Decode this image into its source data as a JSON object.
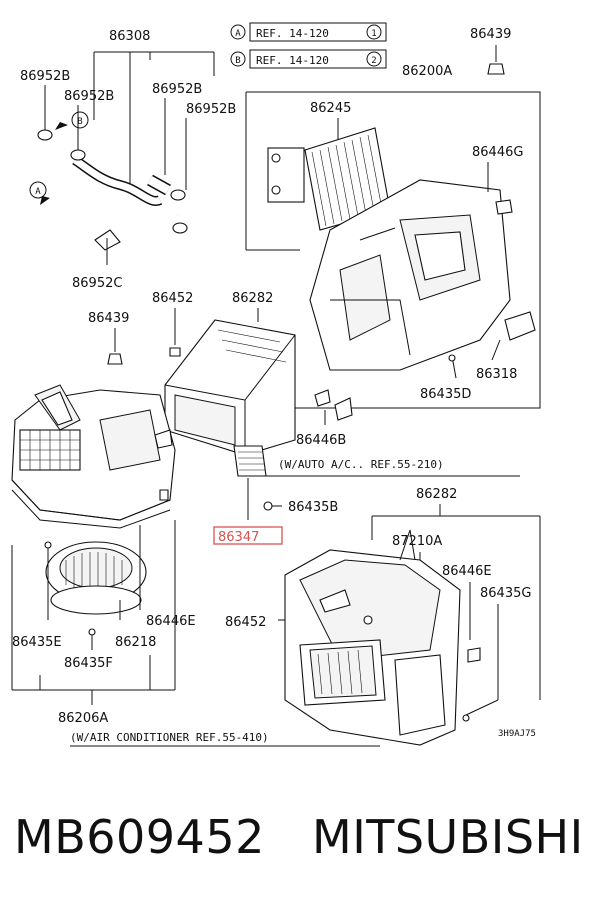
{
  "refs": [
    {
      "key": "A",
      "text": "REF. 14-120",
      "num": "1"
    },
    {
      "key": "B",
      "text": "REF. 14-120",
      "num": "2"
    }
  ],
  "labels": {
    "p86308": "86308",
    "p86439_top": "86439",
    "p86952B_1": "86952B",
    "p86952B_2": "86952B",
    "p86952B_3": "86952B",
    "p86952B_4": "86952B",
    "p86200A": "86200A",
    "p86245": "86245",
    "p86446G": "86446G",
    "p86952C": "86952C",
    "p86452_top": "86452",
    "p86282_top": "86282",
    "p86439_mid": "86439",
    "p86318": "86318",
    "p86435D": "86435D",
    "p86446B": "86446B",
    "auto_ac_note": "(W/AUTO A/C.. REF.55-210)",
    "p86435B": "86435B",
    "p86347": "86347",
    "p86282_bot": "86282",
    "p87210A": "87210A",
    "p86446E_right": "86446E",
    "p86435G": "86435G",
    "p86452_bot": "86452",
    "p86446E_left": "86446E",
    "p86435E": "86435E",
    "p86218": "86218",
    "p86435F": "86435F",
    "p86206A": "86206A",
    "ac_note": "(W/AIR CONDITIONER REF.55-410)",
    "diagram_code": "3H9AJ75",
    "arrow_A": "A",
    "arrow_B": "B"
  },
  "footer": {
    "part_number": "MB609452",
    "brand": "MITSUBISHI"
  },
  "colors": {
    "highlight": "#d9534f",
    "line": "#111111"
  }
}
